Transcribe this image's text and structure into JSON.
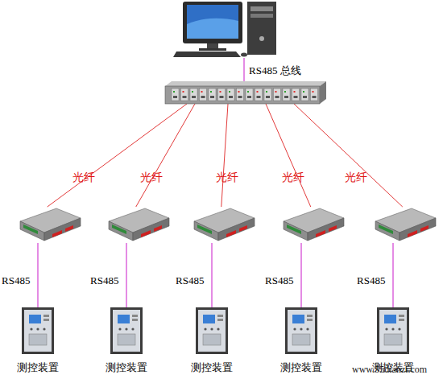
{
  "diagram": {
    "nodes": [
      {
        "text": []
      },
      {
        "text": []
      },
      {
        "text": []
      },
      {
        "text": []
      },
      {
        "text": []
      },
      {
        "text": []
      },
      {
        "text": []
      },
      {
        "text": [
          "测控装置"
        ]
      },
      {
        "text": [
          "测控装置"
        ]
      },
      {
        "text": [
          "测控装置"
        ]
      },
      {
        "text": [
          "测控装置"
        ]
      },
      {
        "text": [
          "测控装置"
        ]
      }
    ],
    "edges": [
      {
        "from": 0,
        "to": 1,
        "arrow": "none",
        "label": "RS485 总线"
      },
      {
        "from": 1,
        "to": 2,
        "arrow": "none",
        "label": "光纤"
      },
      {
        "from": 1,
        "to": 3,
        "arrow": "none",
        "label": "光纤"
      },
      {
        "from": 1,
        "to": 4,
        "arrow": "none",
        "label": "光纤"
      },
      {
        "from": 1,
        "to": 5,
        "arrow": "none",
        "label": "光纤"
      },
      {
        "from": 1,
        "to": 6,
        "arrow": "none",
        "label": "光纤"
      },
      {
        "from": 2,
        "to": 7,
        "arrow": "none",
        "label": "RS485"
      },
      {
        "from": 3,
        "to": 8,
        "arrow": "none",
        "label": "RS485"
      },
      {
        "from": 4,
        "to": 9,
        "arrow": "none",
        "label": "RS485"
      },
      {
        "from": 5,
        "to": 10,
        "arrow": "none",
        "label": "RS485"
      },
      {
        "from": 6,
        "to": 11,
        "arrow": "none",
        "label": "RS485"
      }
    ],
    "labels": [
      "www.55dianzi.com"
    ]
  }
}
